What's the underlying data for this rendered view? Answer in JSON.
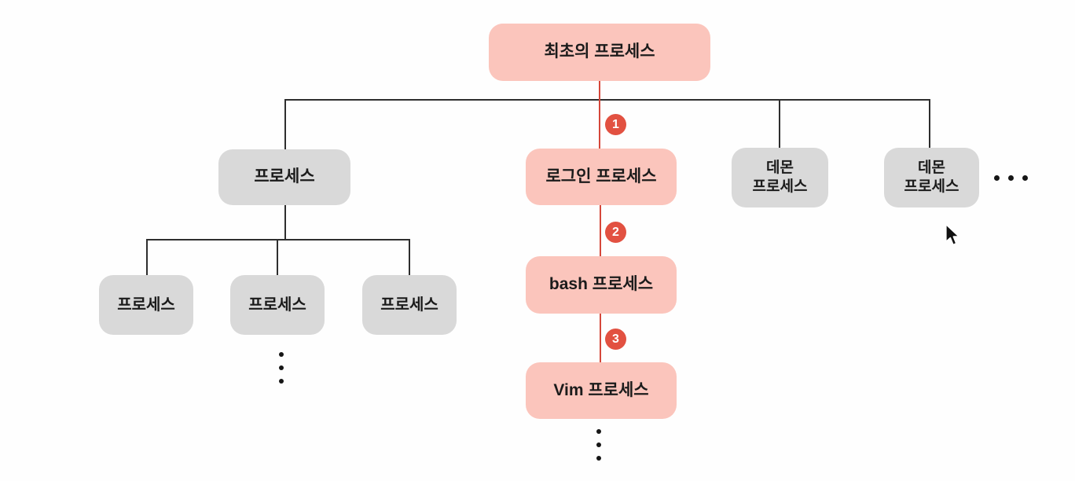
{
  "colors": {
    "bg": "#fefefe",
    "pink": "#fbc5bc",
    "gray": "#d9d9d9",
    "badge": "#e25141",
    "red_line": "#d5473a",
    "line": "#2e2e2e",
    "text": "#1b1b1b"
  },
  "nodes": {
    "root": {
      "label": "최초의 프로세스"
    },
    "process_parent": {
      "label": "프로세스"
    },
    "login": {
      "label": "로그인 프로세스"
    },
    "daemon_1": {
      "line1": "데몬",
      "line2": "프로세스"
    },
    "daemon_2": {
      "line1": "데몬",
      "line2": "프로세스"
    },
    "process_child_1": {
      "label": "프로세스"
    },
    "process_child_2": {
      "label": "프로세스"
    },
    "process_child_3": {
      "label": "프로세스"
    },
    "bash": {
      "label": "bash 프로세스"
    },
    "vim": {
      "label": "Vim 프로세스"
    }
  },
  "badges": {
    "step_1": "1",
    "step_2": "2",
    "step_3": "3"
  },
  "icons": {
    "ellipsis_horizontal": "horizontal-ellipsis",
    "ellipsis_vertical_children": "vertical-ellipsis",
    "ellipsis_vertical_vim": "vertical-ellipsis",
    "mouse_cursor": "arrow-pointer"
  }
}
